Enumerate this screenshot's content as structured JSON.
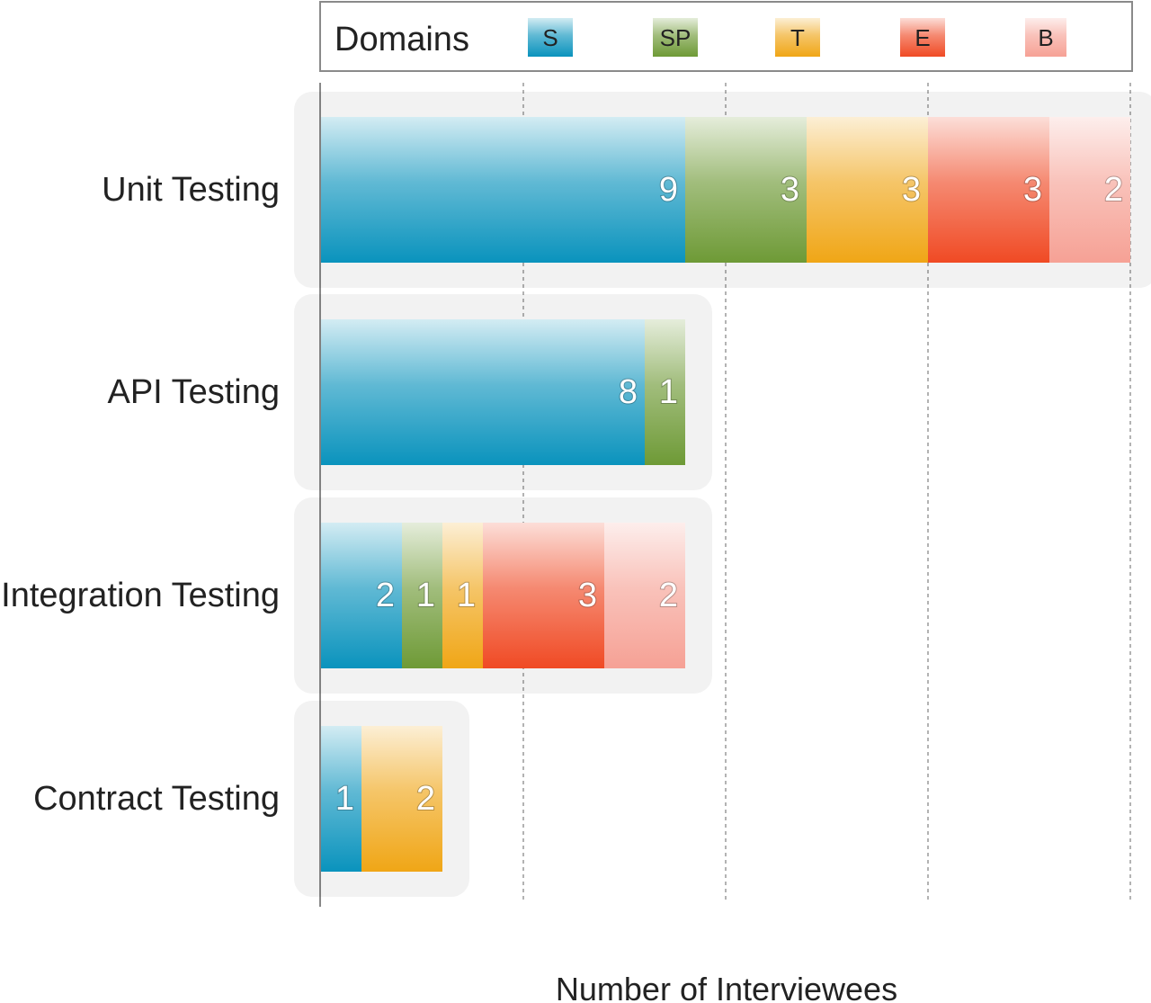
{
  "chart_data": {
    "type": "bar",
    "orientation": "horizontal",
    "stacked": true,
    "xlabel": "Number of Interviewees",
    "legend_title": "Domains",
    "legend_position": "top",
    "categories": [
      "Unit Testing",
      "API Testing",
      "Integration Testing",
      "Contract Testing"
    ],
    "series": [
      {
        "name": "S",
        "color": "#0a93bd",
        "values": [
          9,
          8,
          2,
          1
        ]
      },
      {
        "name": "SP",
        "color": "#6e9a36",
        "values": [
          3,
          1,
          1,
          0
        ]
      },
      {
        "name": "T",
        "color": "#f0a616",
        "values": [
          3,
          0,
          1,
          2
        ]
      },
      {
        "name": "E",
        "color": "#f04a24",
        "values": [
          3,
          0,
          3,
          0
        ]
      },
      {
        "name": "B",
        "color": "#f6a195",
        "values": [
          2,
          0,
          2,
          0
        ]
      }
    ],
    "xlim": [
      0,
      20
    ],
    "grid": true
  }
}
